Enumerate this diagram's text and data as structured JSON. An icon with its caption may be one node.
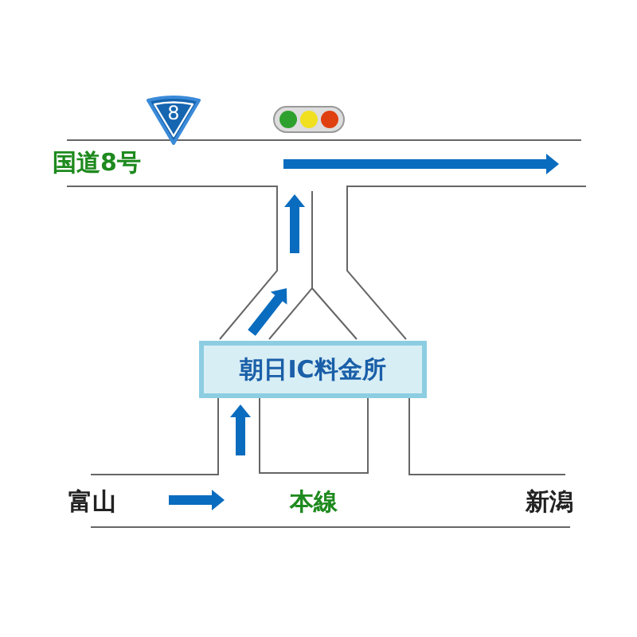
{
  "diagram": {
    "nodes": [
      {
        "text": [
          "8"
        ]
      },
      {
        "text": [
          "朝日IC料金所"
        ]
      }
    ],
    "labels": [
      "国道8号",
      "富山",
      "本線",
      "新潟"
    ]
  }
}
